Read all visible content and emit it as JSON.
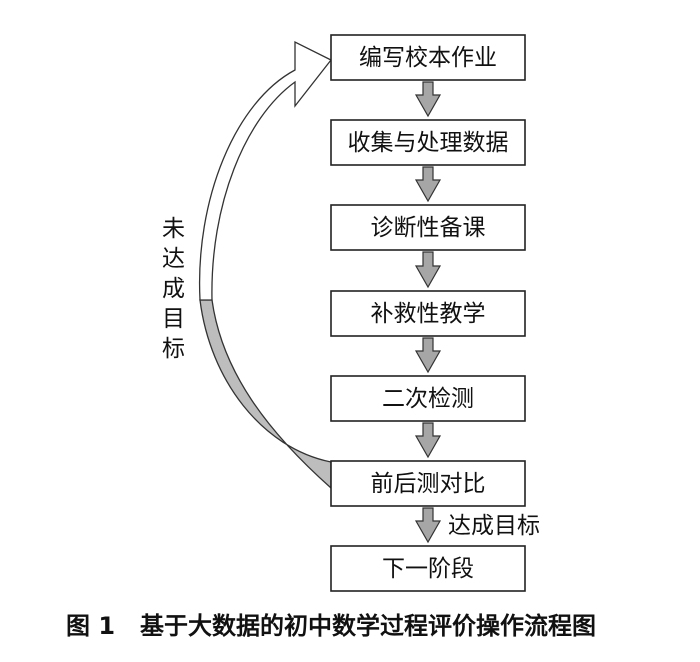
{
  "diagram": {
    "steps": [
      {
        "label": "编写校本作业"
      },
      {
        "label": "收集与处理数据"
      },
      {
        "label": "诊断性备课"
      },
      {
        "label": "补救性教学"
      },
      {
        "label": "二次检测"
      },
      {
        "label": "前后测对比"
      },
      {
        "label": "下一阶段"
      }
    ],
    "loop_label": "未达成目标",
    "goal_met_label": "达成目标"
  },
  "caption": {
    "number": "图 1",
    "title": "基于大数据的初中数学过程评价操作流程图"
  }
}
